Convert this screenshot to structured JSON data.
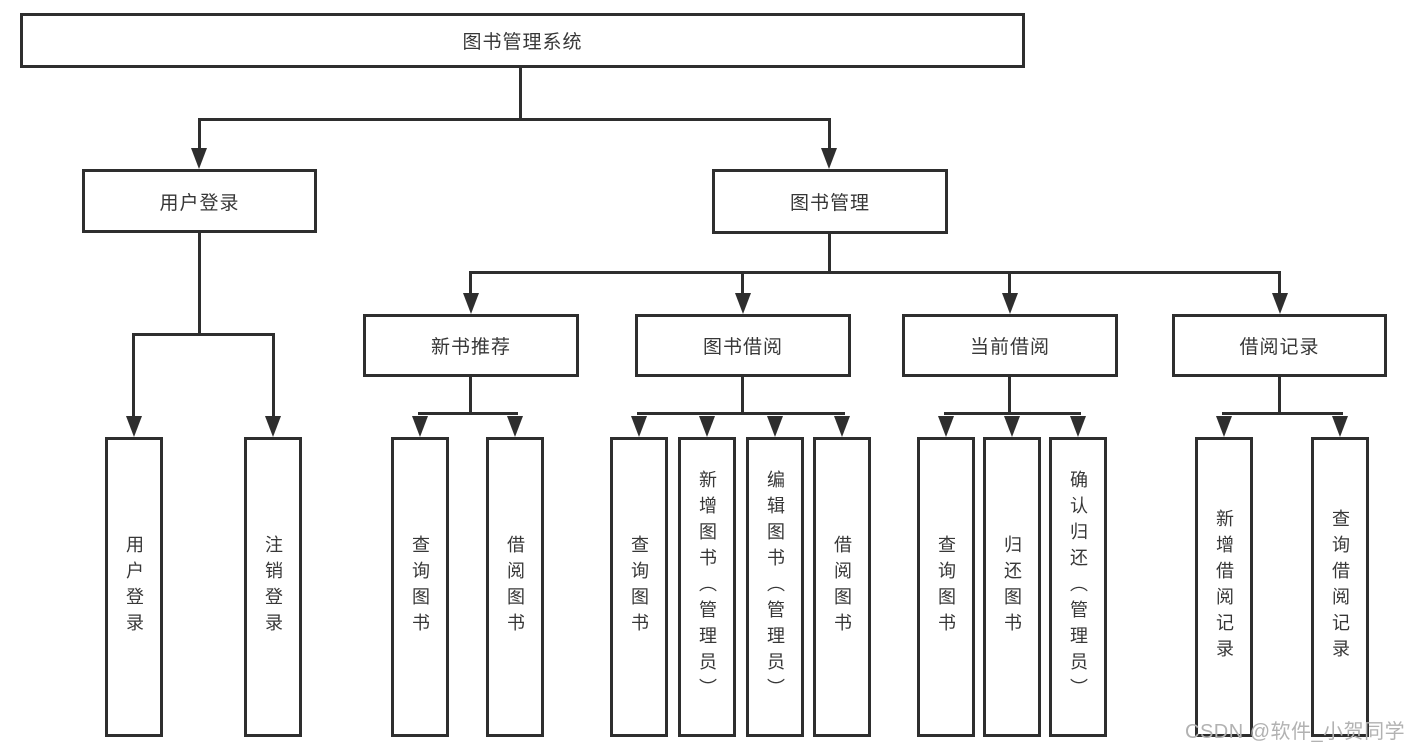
{
  "diagram": {
    "title_node": {
      "label": "图书管理系统"
    },
    "level2": {
      "user_login": {
        "label": "用户登录"
      },
      "book_mgmt": {
        "label": "图书管理"
      }
    },
    "level3": {
      "new_books": {
        "label": "新书推荐"
      },
      "book_borrow": {
        "label": "图书借阅"
      },
      "current_borrow": {
        "label": "当前借阅"
      },
      "borrow_records": {
        "label": "借阅记录"
      }
    },
    "level4": {
      "user_login": {
        "label": "用户登录"
      },
      "logout": {
        "label": "注销登录"
      },
      "nb_query": {
        "label": "查询图书"
      },
      "nb_borrow": {
        "label": "借阅图书"
      },
      "bb_query": {
        "label": "查询图书"
      },
      "bb_add": {
        "label": "新增图书（管理员）"
      },
      "bb_edit": {
        "label": "编辑图书（管理员）"
      },
      "bb_borrow": {
        "label": "借阅图书"
      },
      "cb_query": {
        "label": "查询图书"
      },
      "cb_return": {
        "label": "归还图书"
      },
      "cb_confirm": {
        "label": "确认归还（管理员）"
      },
      "br_add": {
        "label": "新增借阅记录"
      },
      "br_query": {
        "label": "查询借阅记录"
      }
    },
    "watermark": "CSDN @软件_小贺同学",
    "colors": {
      "line": "#2e2e2e",
      "border": "#2e2e2e",
      "text": "#373737",
      "watermark": "#b2b2b2",
      "background": "#ffffff"
    }
  }
}
